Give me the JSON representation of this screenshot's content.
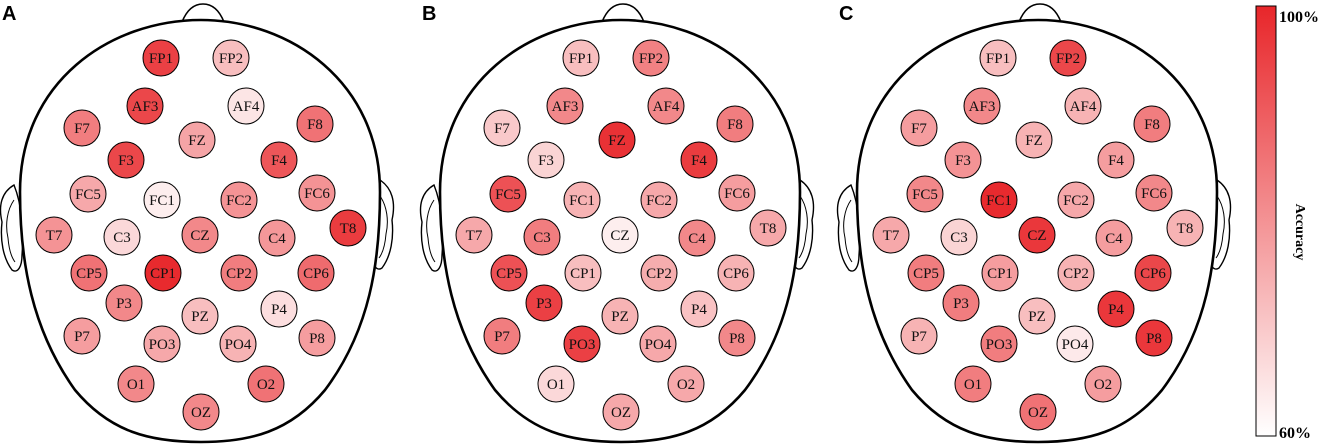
{
  "panels": [
    {
      "label": "A",
      "electrodes": [
        {
          "name": "FP1",
          "intensity": 0.88
        },
        {
          "name": "FP2",
          "intensity": 0.3
        },
        {
          "name": "AF3",
          "intensity": 0.85
        },
        {
          "name": "AF4",
          "intensity": 0.12
        },
        {
          "name": "F7",
          "intensity": 0.6
        },
        {
          "name": "FZ",
          "intensity": 0.42
        },
        {
          "name": "F8",
          "intensity": 0.65
        },
        {
          "name": "F3",
          "intensity": 0.85
        },
        {
          "name": "F4",
          "intensity": 0.78
        },
        {
          "name": "FC5",
          "intensity": 0.4
        },
        {
          "name": "FC1",
          "intensity": 0.08
        },
        {
          "name": "FC2",
          "intensity": 0.5
        },
        {
          "name": "FC6",
          "intensity": 0.5
        },
        {
          "name": "T7",
          "intensity": 0.5
        },
        {
          "name": "C3",
          "intensity": 0.18
        },
        {
          "name": "CZ",
          "intensity": 0.55
        },
        {
          "name": "C4",
          "intensity": 0.48
        },
        {
          "name": "T8",
          "intensity": 0.9
        },
        {
          "name": "CP5",
          "intensity": 0.65
        },
        {
          "name": "CP1",
          "intensity": 0.98
        },
        {
          "name": "CP2",
          "intensity": 0.6
        },
        {
          "name": "CP6",
          "intensity": 0.68
        },
        {
          "name": "P3",
          "intensity": 0.55
        },
        {
          "name": "PZ",
          "intensity": 0.3
        },
        {
          "name": "P4",
          "intensity": 0.15
        },
        {
          "name": "P7",
          "intensity": 0.45
        },
        {
          "name": "PO3",
          "intensity": 0.4
        },
        {
          "name": "PO4",
          "intensity": 0.35
        },
        {
          "name": "P8",
          "intensity": 0.45
        },
        {
          "name": "O1",
          "intensity": 0.55
        },
        {
          "name": "O2",
          "intensity": 0.65
        },
        {
          "name": "OZ",
          "intensity": 0.55
        }
      ]
    },
    {
      "label": "B",
      "electrodes": [
        {
          "name": "FP1",
          "intensity": 0.3
        },
        {
          "name": "FP2",
          "intensity": 0.58
        },
        {
          "name": "AF3",
          "intensity": 0.55
        },
        {
          "name": "AF4",
          "intensity": 0.55
        },
        {
          "name": "F7",
          "intensity": 0.25
        },
        {
          "name": "FZ",
          "intensity": 0.95
        },
        {
          "name": "F8",
          "intensity": 0.6
        },
        {
          "name": "F3",
          "intensity": 0.2
        },
        {
          "name": "F4",
          "intensity": 0.9
        },
        {
          "name": "FC5",
          "intensity": 0.8
        },
        {
          "name": "FC1",
          "intensity": 0.35
        },
        {
          "name": "FC2",
          "intensity": 0.4
        },
        {
          "name": "FC6",
          "intensity": 0.45
        },
        {
          "name": "T7",
          "intensity": 0.4
        },
        {
          "name": "C3",
          "intensity": 0.6
        },
        {
          "name": "CZ",
          "intensity": 0.08
        },
        {
          "name": "C4",
          "intensity": 0.55
        },
        {
          "name": "T8",
          "intensity": 0.4
        },
        {
          "name": "CP5",
          "intensity": 0.8
        },
        {
          "name": "CP1",
          "intensity": 0.3
        },
        {
          "name": "CP2",
          "intensity": 0.38
        },
        {
          "name": "CP6",
          "intensity": 0.35
        },
        {
          "name": "P3",
          "intensity": 0.88
        },
        {
          "name": "PZ",
          "intensity": 0.35
        },
        {
          "name": "P4",
          "intensity": 0.28
        },
        {
          "name": "P7",
          "intensity": 0.6
        },
        {
          "name": "PO3",
          "intensity": 0.88
        },
        {
          "name": "PO4",
          "intensity": 0.4
        },
        {
          "name": "P8",
          "intensity": 0.55
        },
        {
          "name": "O1",
          "intensity": 0.18
        },
        {
          "name": "O2",
          "intensity": 0.4
        },
        {
          "name": "OZ",
          "intensity": 0.4
        }
      ]
    },
    {
      "label": "C",
      "electrodes": [
        {
          "name": "FP1",
          "intensity": 0.3
        },
        {
          "name": "FP2",
          "intensity": 0.85
        },
        {
          "name": "AF3",
          "intensity": 0.55
        },
        {
          "name": "AF4",
          "intensity": 0.35
        },
        {
          "name": "F7",
          "intensity": 0.45
        },
        {
          "name": "FZ",
          "intensity": 0.35
        },
        {
          "name": "F8",
          "intensity": 0.6
        },
        {
          "name": "F3",
          "intensity": 0.5
        },
        {
          "name": "F4",
          "intensity": 0.45
        },
        {
          "name": "FC5",
          "intensity": 0.55
        },
        {
          "name": "FC1",
          "intensity": 0.98
        },
        {
          "name": "FC2",
          "intensity": 0.4
        },
        {
          "name": "FC6",
          "intensity": 0.55
        },
        {
          "name": "T7",
          "intensity": 0.4
        },
        {
          "name": "C3",
          "intensity": 0.2
        },
        {
          "name": "CZ",
          "intensity": 0.92
        },
        {
          "name": "C4",
          "intensity": 0.45
        },
        {
          "name": "T8",
          "intensity": 0.35
        },
        {
          "name": "CP5",
          "intensity": 0.6
        },
        {
          "name": "CP1",
          "intensity": 0.45
        },
        {
          "name": "CP2",
          "intensity": 0.35
        },
        {
          "name": "CP6",
          "intensity": 0.85
        },
        {
          "name": "P3",
          "intensity": 0.6
        },
        {
          "name": "PZ",
          "intensity": 0.3
        },
        {
          "name": "P4",
          "intensity": 0.92
        },
        {
          "name": "P7",
          "intensity": 0.35
        },
        {
          "name": "PO3",
          "intensity": 0.6
        },
        {
          "name": "PO4",
          "intensity": 0.1
        },
        {
          "name": "P8",
          "intensity": 0.92
        },
        {
          "name": "O1",
          "intensity": 0.6
        },
        {
          "name": "O2",
          "intensity": 0.45
        },
        {
          "name": "OZ",
          "intensity": 0.65
        }
      ]
    }
  ],
  "colorbar": {
    "max_label": "100%",
    "min_label": "60%",
    "title": "Accuracy",
    "max_color": "#e8262a",
    "min_color": "#ffffff"
  }
}
